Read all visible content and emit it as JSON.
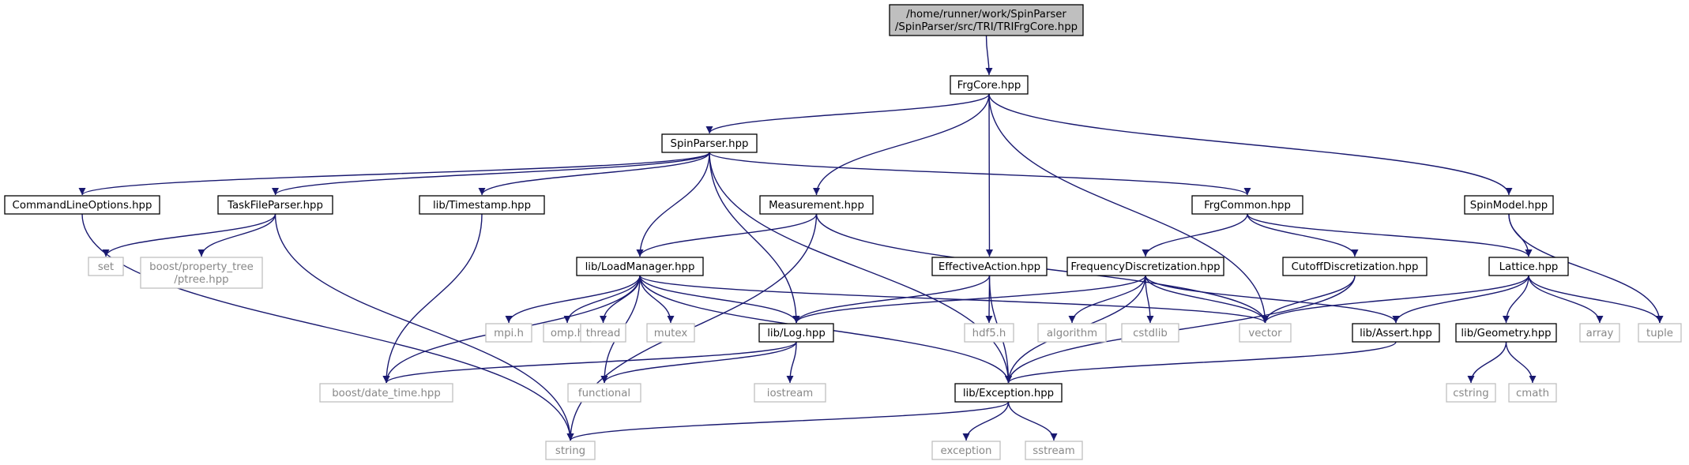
{
  "diagram": {
    "colors": {
      "edge": "#191970",
      "root_fill": "#bfbfbf",
      "node_border": "#000000",
      "external_border": "#bfbfbf",
      "external_text": "#888888"
    },
    "nodes": {
      "root": {
        "lines": [
          "/home/runner/work/SpinParser",
          "/SpinParser/src/TRI/TRIFrgCore.hpp"
        ],
        "kind": "root"
      },
      "frgcore": {
        "lines": [
          "FrgCore.hpp"
        ],
        "kind": "file"
      },
      "spinparser": {
        "lines": [
          "SpinParser.hpp"
        ],
        "kind": "file"
      },
      "measurement": {
        "lines": [
          "Measurement.hpp"
        ],
        "kind": "file"
      },
      "effectiveaction": {
        "lines": [
          "EffectiveAction.hpp"
        ],
        "kind": "file"
      },
      "spinmodel": {
        "lines": [
          "SpinModel.hpp"
        ],
        "kind": "file"
      },
      "cmdline": {
        "lines": [
          "CommandLineOptions.hpp"
        ],
        "kind": "file"
      },
      "taskfile": {
        "lines": [
          "TaskFileParser.hpp"
        ],
        "kind": "file"
      },
      "timestamp": {
        "lines": [
          "lib/Timestamp.hpp"
        ],
        "kind": "file"
      },
      "frgcommon": {
        "lines": [
          "FrgCommon.hpp"
        ],
        "kind": "file"
      },
      "loadmanager": {
        "lines": [
          "lib/LoadManager.hpp"
        ],
        "kind": "file"
      },
      "freqdisc": {
        "lines": [
          "FrequencyDiscretization.hpp"
        ],
        "kind": "file"
      },
      "cutoffdisc": {
        "lines": [
          "CutoffDiscretization.hpp"
        ],
        "kind": "file"
      },
      "lattice": {
        "lines": [
          "Lattice.hpp"
        ],
        "kind": "file"
      },
      "log": {
        "lines": [
          "lib/Log.hpp"
        ],
        "kind": "file"
      },
      "assert": {
        "lines": [
          "lib/Assert.hpp"
        ],
        "kind": "file"
      },
      "geometry": {
        "lines": [
          "lib/Geometry.hpp"
        ],
        "kind": "file"
      },
      "exception": {
        "lines": [
          "lib/Exception.hpp"
        ],
        "kind": "file"
      },
      "set": {
        "lines": [
          "set"
        ],
        "kind": "external"
      },
      "ptree": {
        "lines": [
          "boost/property_tree",
          "/ptree.hpp"
        ],
        "kind": "external"
      },
      "mpi": {
        "lines": [
          "mpi.h"
        ],
        "kind": "external"
      },
      "omp": {
        "lines": [
          "omp.h"
        ],
        "kind": "external"
      },
      "thread": {
        "lines": [
          "thread"
        ],
        "kind": "external"
      },
      "mutex": {
        "lines": [
          "mutex"
        ],
        "kind": "external"
      },
      "hdf5": {
        "lines": [
          "hdf5.h"
        ],
        "kind": "external"
      },
      "algorithm": {
        "lines": [
          "algorithm"
        ],
        "kind": "external"
      },
      "cstdlib": {
        "lines": [
          "cstdlib"
        ],
        "kind": "external"
      },
      "vector": {
        "lines": [
          "vector"
        ],
        "kind": "external"
      },
      "array": {
        "lines": [
          "array"
        ],
        "kind": "external"
      },
      "tuple": {
        "lines": [
          "tuple"
        ],
        "kind": "external"
      },
      "datetime": {
        "lines": [
          "boost/date_time.hpp"
        ],
        "kind": "external"
      },
      "functional": {
        "lines": [
          "functional"
        ],
        "kind": "external"
      },
      "iostream": {
        "lines": [
          "iostream"
        ],
        "kind": "external"
      },
      "cstring": {
        "lines": [
          "cstring"
        ],
        "kind": "external"
      },
      "cmath": {
        "lines": [
          "cmath"
        ],
        "kind": "external"
      },
      "string": {
        "lines": [
          "string"
        ],
        "kind": "external"
      },
      "exceptionstd": {
        "lines": [
          "exception"
        ],
        "kind": "external"
      },
      "sstream": {
        "lines": [
          "sstream"
        ],
        "kind": "external"
      }
    },
    "edges": [
      [
        "root",
        "frgcore"
      ],
      [
        "frgcore",
        "spinparser"
      ],
      [
        "frgcore",
        "measurement"
      ],
      [
        "frgcore",
        "effectiveaction"
      ],
      [
        "frgcore",
        "spinmodel"
      ],
      [
        "frgcore",
        "vector"
      ],
      [
        "spinparser",
        "cmdline"
      ],
      [
        "spinparser",
        "taskfile"
      ],
      [
        "spinparser",
        "timestamp"
      ],
      [
        "spinparser",
        "frgcommon"
      ],
      [
        "spinparser",
        "loadmanager"
      ],
      [
        "spinparser",
        "log"
      ],
      [
        "spinparser",
        "exception"
      ],
      [
        "cmdline",
        "string"
      ],
      [
        "taskfile",
        "set"
      ],
      [
        "taskfile",
        "ptree"
      ],
      [
        "taskfile",
        "string"
      ],
      [
        "timestamp",
        "datetime"
      ],
      [
        "measurement",
        "loadmanager"
      ],
      [
        "measurement",
        "vector"
      ],
      [
        "measurement",
        "string"
      ],
      [
        "effectiveaction",
        "log"
      ],
      [
        "effectiveaction",
        "hdf5"
      ],
      [
        "effectiveaction",
        "exception"
      ],
      [
        "frgcommon",
        "freqdisc"
      ],
      [
        "frgcommon",
        "cutoffdisc"
      ],
      [
        "frgcommon",
        "lattice"
      ],
      [
        "spinmodel",
        "lattice"
      ],
      [
        "spinmodel",
        "tuple"
      ],
      [
        "loadmanager",
        "mpi"
      ],
      [
        "loadmanager",
        "omp"
      ],
      [
        "loadmanager",
        "thread"
      ],
      [
        "loadmanager",
        "mutex"
      ],
      [
        "loadmanager",
        "log"
      ],
      [
        "loadmanager",
        "vector"
      ],
      [
        "loadmanager",
        "datetime"
      ],
      [
        "loadmanager",
        "functional"
      ],
      [
        "loadmanager",
        "exception"
      ],
      [
        "freqdisc",
        "log"
      ],
      [
        "freqdisc",
        "algorithm"
      ],
      [
        "freqdisc",
        "cstdlib"
      ],
      [
        "freqdisc",
        "vector"
      ],
      [
        "freqdisc",
        "assert"
      ],
      [
        "freqdisc",
        "exception"
      ],
      [
        "cutoffdisc",
        "vector"
      ],
      [
        "cutoffdisc",
        "exception"
      ],
      [
        "lattice",
        "vector"
      ],
      [
        "lattice",
        "assert"
      ],
      [
        "lattice",
        "geometry"
      ],
      [
        "lattice",
        "array"
      ],
      [
        "lattice",
        "tuple"
      ],
      [
        "log",
        "datetime"
      ],
      [
        "log",
        "functional"
      ],
      [
        "log",
        "iostream"
      ],
      [
        "assert",
        "exception"
      ],
      [
        "geometry",
        "cstring"
      ],
      [
        "geometry",
        "cmath"
      ],
      [
        "exception",
        "string"
      ],
      [
        "exception",
        "exceptionstd"
      ],
      [
        "exception",
        "sstream"
      ]
    ]
  }
}
